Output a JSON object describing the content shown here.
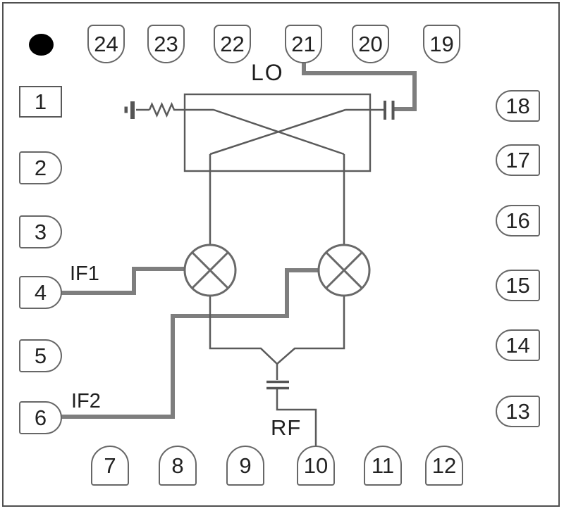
{
  "diagram": {
    "kind": "ic-mixer-pinout-schematic",
    "port_labels": {
      "lo": "LO",
      "if1": "IF1",
      "if2": "IF2",
      "rf": "RF"
    }
  },
  "pins": {
    "top": [
      "24",
      "23",
      "22",
      "21",
      "20",
      "19"
    ],
    "left": [
      "1",
      "2",
      "3",
      "4",
      "5",
      "6"
    ],
    "right": [
      "18",
      "17",
      "16",
      "15",
      "14",
      "13"
    ],
    "bottom": [
      "7",
      "8",
      "9",
      "10",
      "11",
      "12"
    ]
  },
  "icons": {
    "pin1_marker": "filled-circle",
    "mixer_symbol": "circle-with-x",
    "balun_symbol": "box-with-crossed-windings",
    "resistor_symbol": "zigzag",
    "capacitor_symbol": "parallel-plates"
  },
  "colors": {
    "background": "#ffffff",
    "chip_border": "#4f4f4f",
    "pin_outline": "#676767",
    "thin_line": "#5a5a5a",
    "thick_trace": "#7e7e7e",
    "text": "#1f1f1f",
    "pin1_dot": "#000000"
  }
}
